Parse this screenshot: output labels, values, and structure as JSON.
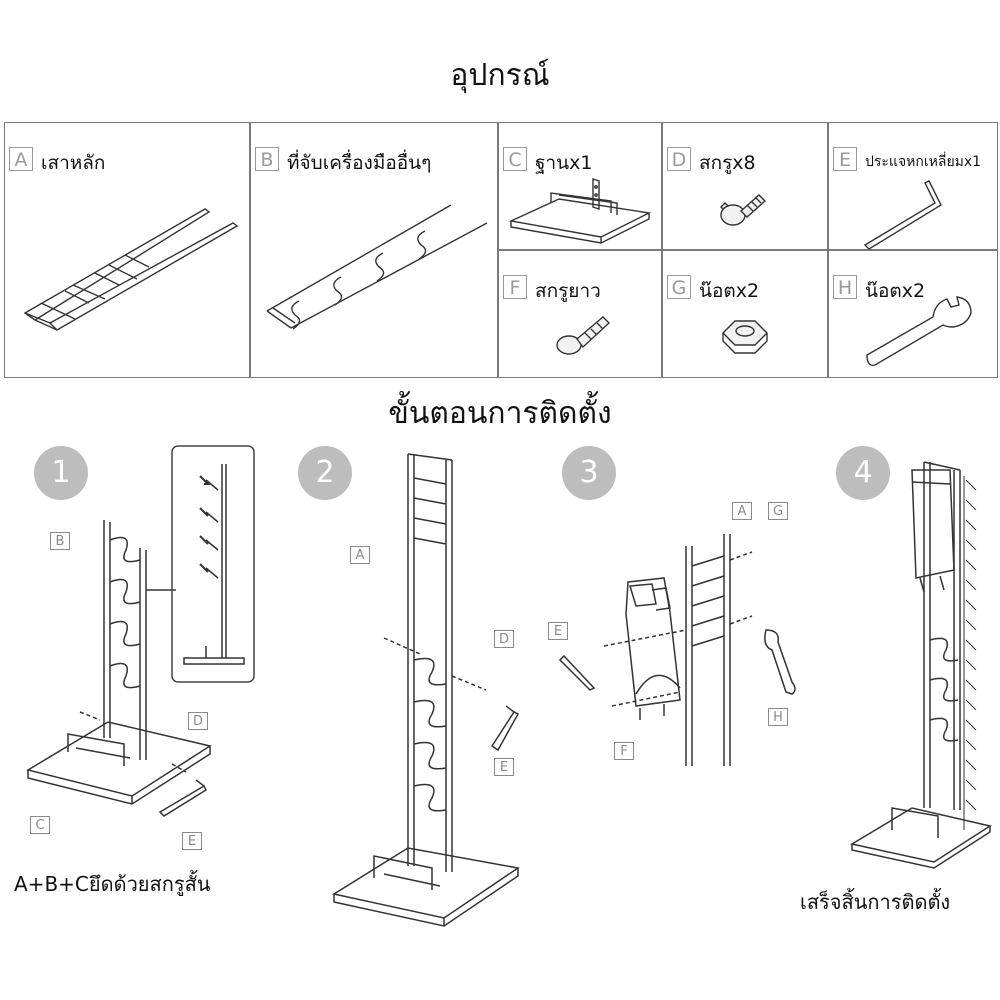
{
  "header": {
    "parts_title": "อุปกรณ์",
    "steps_title": "ขั้นตอนการติดตั้ง"
  },
  "parts": [
    {
      "letter": "A",
      "label": "เสาหลัก"
    },
    {
      "letter": "B",
      "label": "ที่จับเครื่องมืออื่นๆ"
    },
    {
      "letter": "C",
      "label": "ฐานx1"
    },
    {
      "letter": "D",
      "label": "สกรูx8"
    },
    {
      "letter": "E",
      "label": "ประแจหกเหลี่ยมx1"
    },
    {
      "letter": "F",
      "label": "สกรูยาว"
    },
    {
      "letter": "G",
      "label": "น๊อตx2"
    },
    {
      "letter": "H",
      "label": "น๊อตx2"
    }
  ],
  "steps": [
    {
      "number": "1",
      "caption": "A+B+Cยึดด้วยสกรูสั้น",
      "tags": [
        "B",
        "C",
        "D",
        "E"
      ]
    },
    {
      "number": "2",
      "caption": "",
      "tags": [
        "A",
        "D",
        "E"
      ]
    },
    {
      "number": "3",
      "caption": "",
      "tags": [
        "A",
        "G",
        "E",
        "H",
        "F"
      ]
    },
    {
      "number": "4",
      "caption": "เสร็จสิ้นการติดตั้ง",
      "tags": []
    }
  ],
  "colors": {
    "line": "#333333",
    "badge": "#bdbdbd",
    "tag": "#8a8a8a"
  }
}
